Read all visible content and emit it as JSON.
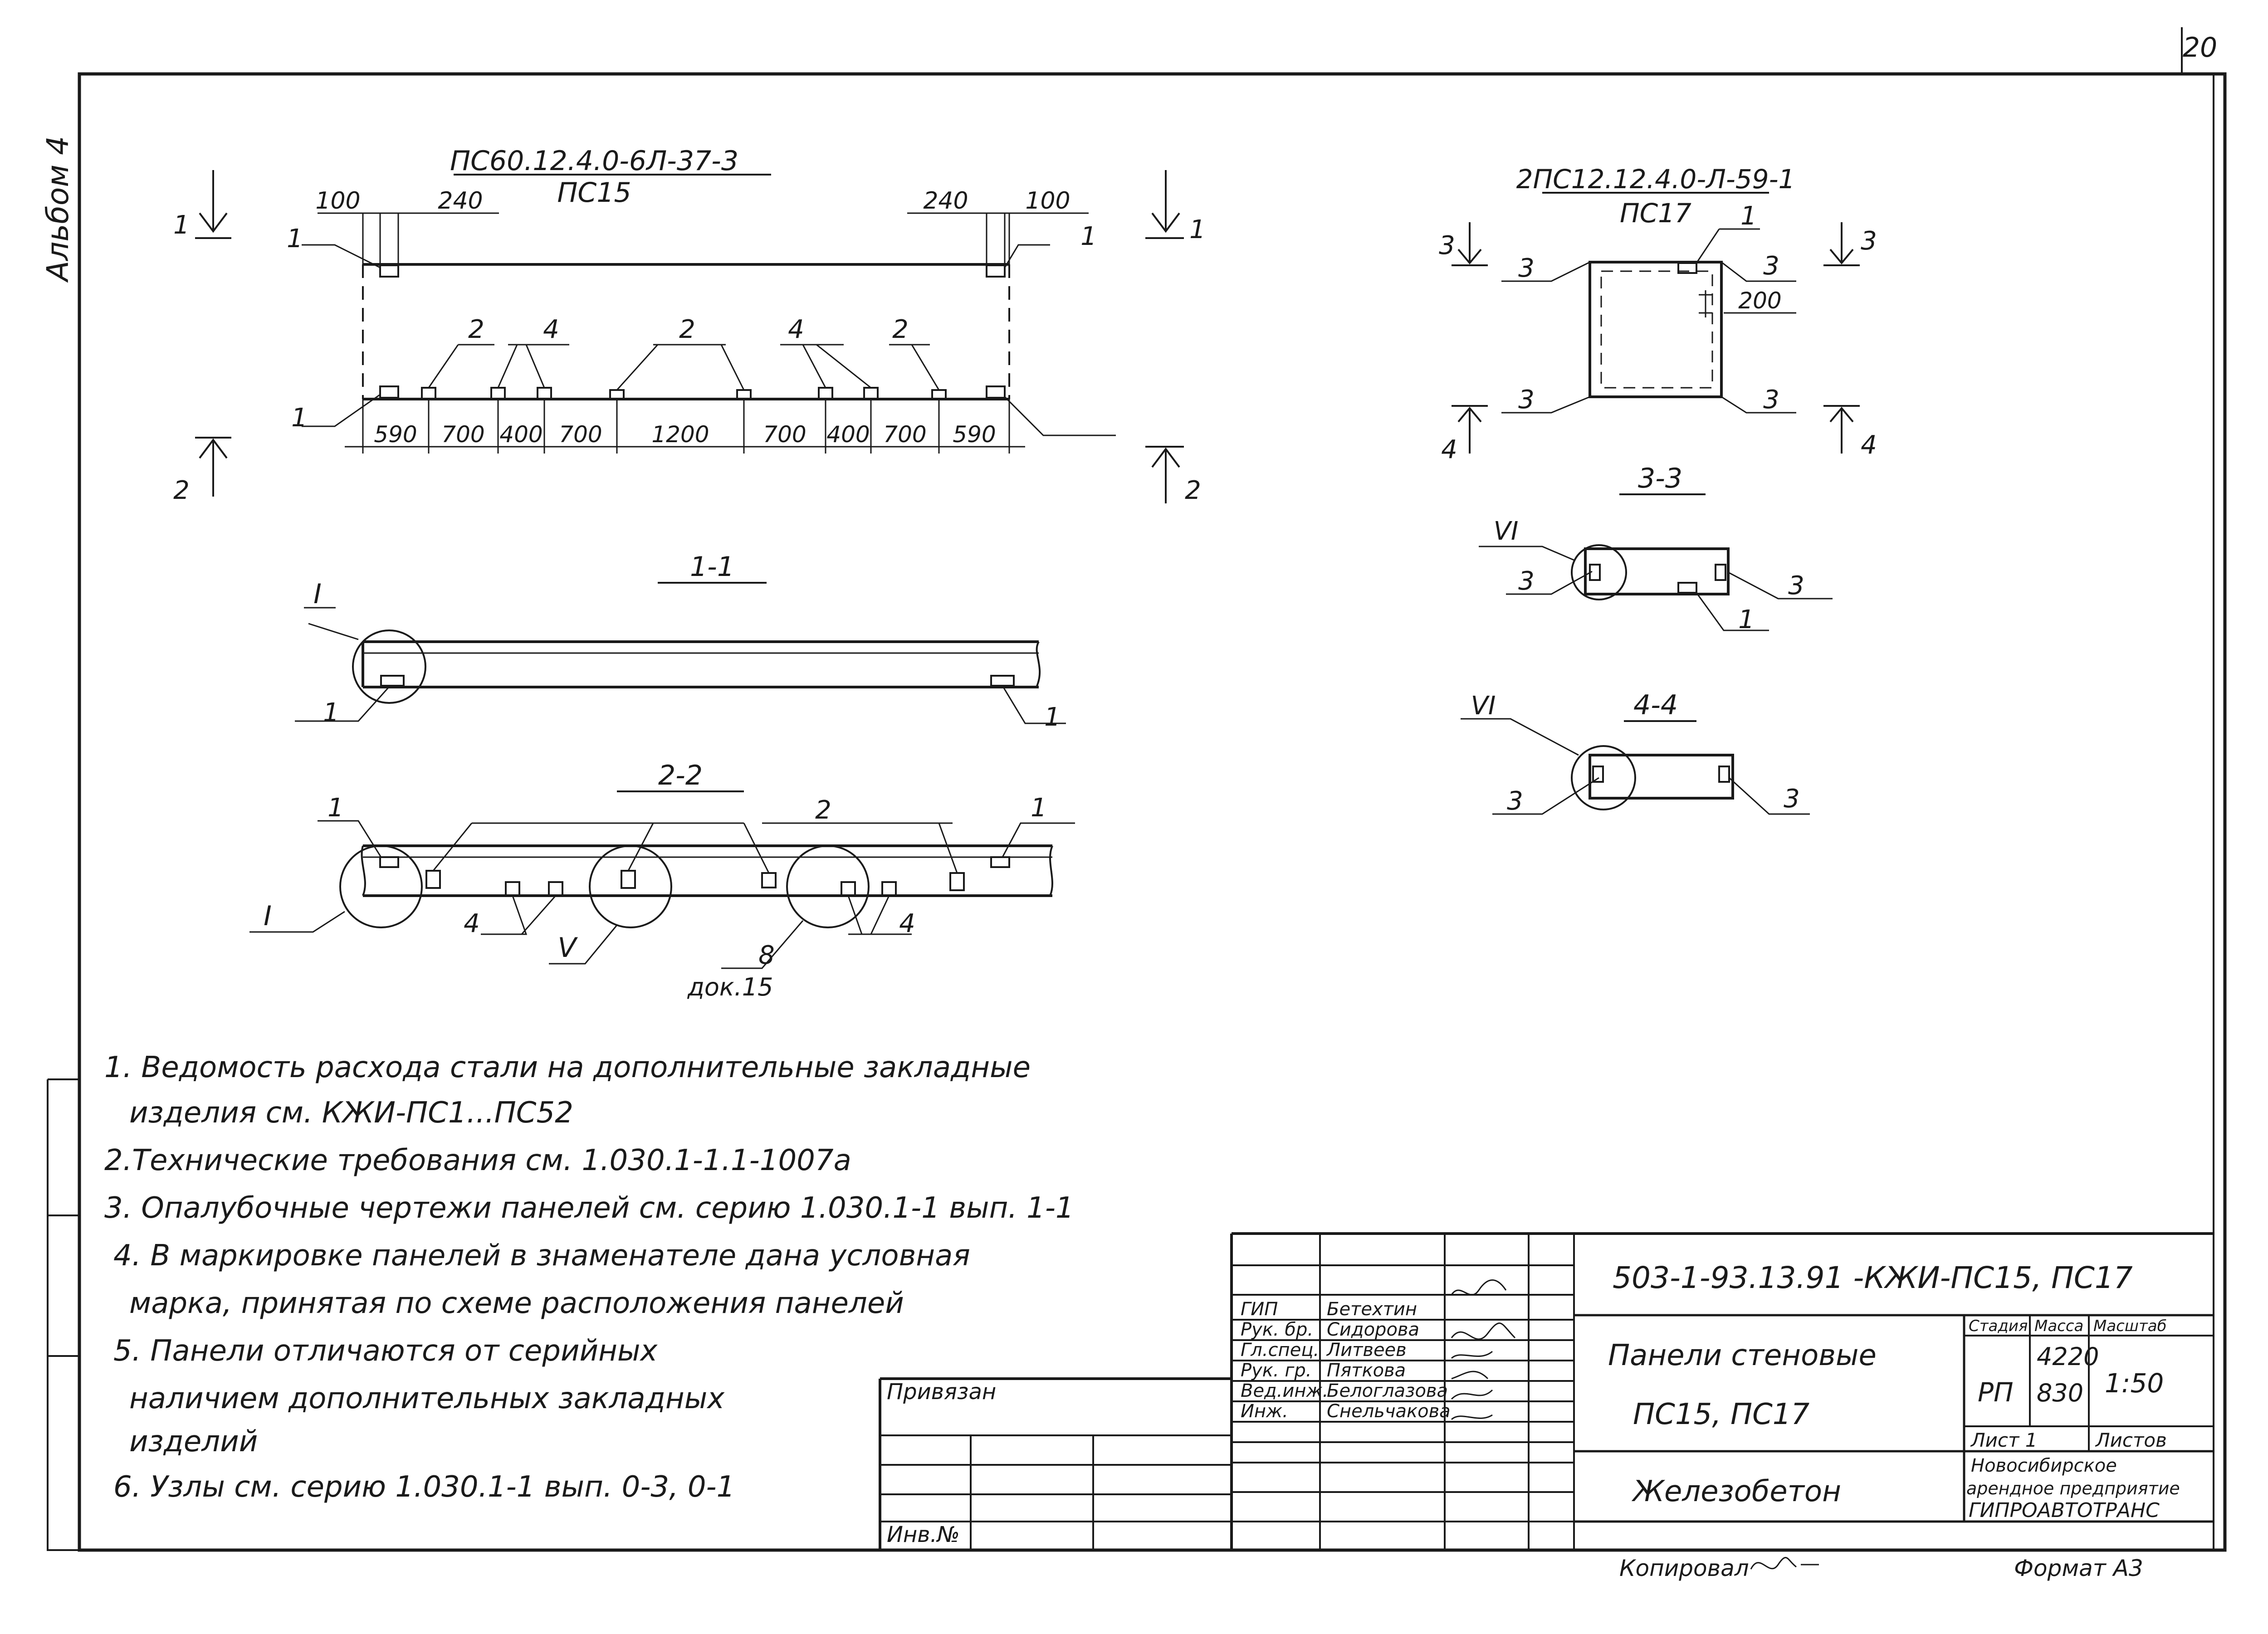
{
  "sheet": {
    "number": "20",
    "album": "Альбом 4"
  },
  "panel1": {
    "mark": "ПС60.12.4.0-6Л-37-3",
    "code": "ПС15",
    "edge_dims": [
      "100",
      "240",
      "240",
      "100"
    ],
    "bottom_dims": [
      "590",
      "700",
      "400",
      "700",
      "1200",
      "700",
      "400",
      "700",
      "590"
    ],
    "callouts": {
      "c1": "1",
      "c2": "2",
      "c4": "4"
    }
  },
  "panel2": {
    "mark": "2ПС12.12.4.0-Л-59-1",
    "code": "ПС17",
    "dim": "200",
    "callouts": {
      "c1": "1",
      "c3": "3"
    }
  },
  "cuts": {
    "c1": "1",
    "c2": "2",
    "c3": "3",
    "c4": "4"
  },
  "sections": {
    "s11": "1-1",
    "s22": "2-2",
    "s33": "3-3",
    "s44": "4-4",
    "node_i": "I",
    "node_v": "V",
    "node_vi": "VI",
    "ref8": "8",
    "ref8_doc": "док.15"
  },
  "notes": [
    "1. Ведомость расхода стали на дополнительные закладные",
    "изделия см. КЖИ-ПС1...ПС52",
    "2.Технические требования см. 1.030.1-1.1-1007а",
    "3. Опалубочные чертежи панелей см. серию 1.030.1-1 вып. 1-1",
    "4. В маркировке панелей в знаменателе дана условная",
    "марка, принятая по схеме расположения панелей",
    "5. Панели отличаются от серийных",
    "наличием дополнительных закладных",
    "изделий",
    "6. Узлы см. серию 1.030.1-1 вып. 0-3, 0-1"
  ],
  "stamp": {
    "bound_label": "Привязан",
    "inv_label": "Инв.№",
    "doc_code": "503-1-93.13.91 -КЖИ-ПС15, ПС17",
    "title1": "Панели стеновые",
    "title2": "ПС15, ПС17",
    "material": "Железобетон",
    "stage_label": "Стадия",
    "mass_label": "Масса",
    "scale_label": "Масштаб",
    "stage": "РП",
    "mass1": "4220",
    "mass2": "830",
    "scale": "1:50",
    "sheet_label": "Лист 1",
    "sheets_label": "Листов",
    "org1": "Новосибирское",
    "org2": "арендное предприятие",
    "org3": "ГИПРОАВТОТРАНС",
    "copied": "Копировал",
    "format": "Формат А3",
    "roles": [
      {
        "role": "ГИП",
        "name": "Бетехтин"
      },
      {
        "role": "Рук. бр.",
        "name": "Сидорова"
      },
      {
        "role": "Гл.спец.",
        "name": "Литвеев"
      },
      {
        "role": "Рук. гр.",
        "name": "Пяткова"
      },
      {
        "role": "Вед.инж.",
        "name": "Белоглазова"
      },
      {
        "role": "Инж.",
        "name": "Снельчакова"
      }
    ]
  }
}
